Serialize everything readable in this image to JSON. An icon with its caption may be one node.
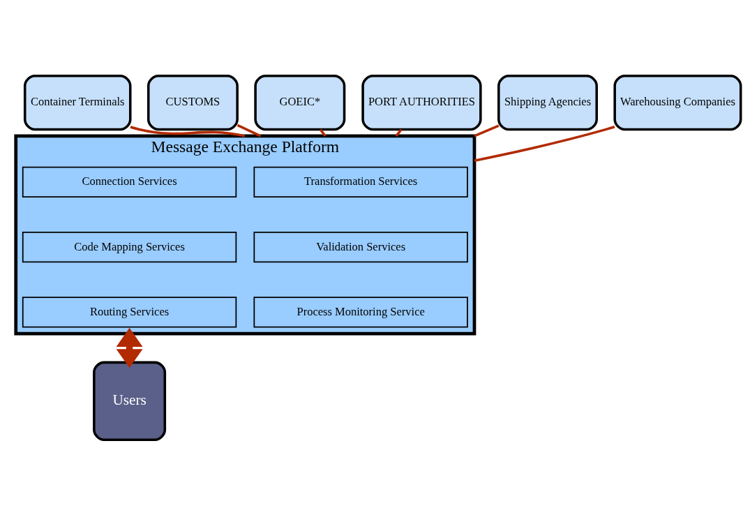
{
  "diagram": {
    "nodes": [
      {
        "text": [
          "Container Terminals"
        ]
      },
      {
        "text": [
          "CUSTOMS"
        ]
      },
      {
        "text": [
          "GOEIC*"
        ]
      },
      {
        "text": [
          "PORT AUTHORITIES"
        ]
      },
      {
        "text": [
          "Shipping Agencies"
        ]
      },
      {
        "text": [
          "Warehousing Companies"
        ]
      },
      {
        "text": [
          "Message Exchange Platform"
        ]
      },
      {
        "text": [
          "Transformation Services"
        ],
        "in": 6
      },
      {
        "text": [
          "Connection Services"
        ],
        "in": 6
      },
      {
        "text": [
          "Validation Services"
        ],
        "in": 6
      },
      {
        "text": [
          "Code Mapping Services"
        ],
        "in": 6
      },
      {
        "text": [
          "Process Monitoring Service"
        ],
        "in": 6
      },
      {
        "text": [
          "Routing Services"
        ],
        "in": 6
      },
      {
        "text": [
          "Users"
        ]
      }
    ],
    "edges": [
      {
        "from": 0,
        "to": 6,
        "arrow": "none"
      },
      {
        "from": 1,
        "to": 6,
        "arrow": "none"
      },
      {
        "from": 2,
        "to": 6,
        "arrow": "none"
      },
      {
        "from": 3,
        "to": 6,
        "arrow": "none"
      },
      {
        "from": 4,
        "to": 6,
        "arrow": "none"
      },
      {
        "from": 5,
        "to": 6,
        "arrow": "none"
      },
      {
        "from": 6,
        "to": 13,
        "arrow": "both",
        "style": "thick"
      }
    ]
  }
}
